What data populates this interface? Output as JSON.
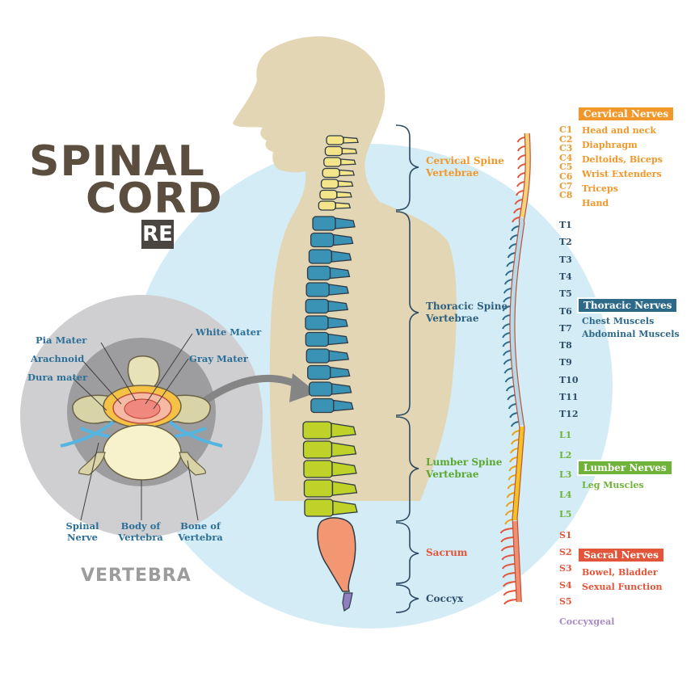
{
  "title": {
    "line1": "SPINAL",
    "line2": "CORD",
    "logo": "RE"
  },
  "colors": {
    "cervical": "#f0982b",
    "thoracic": "#2d6a8a",
    "lumbar": "#6fb33a",
    "sacral": "#e2553a",
    "coccyx": "#a98ac8",
    "bg_circle": "#d4ecf6",
    "silhouette": "#e3d6b5"
  },
  "regions": [
    {
      "label1": "Cervical Spine",
      "label2": "Vertebrae",
      "color": "#f0982b"
    },
    {
      "label1": "Thoracic Spine",
      "label2": "Vertebrae",
      "color": "#2d5f7f"
    },
    {
      "label1": "Lumber Spine",
      "label2": "Vertebrae",
      "color": "#5aa830"
    },
    {
      "label1": "Sacrum",
      "label2": "",
      "color": "#e2553a"
    },
    {
      "label1": "Coccyx",
      "label2": "",
      "color": "#2d4f6a"
    }
  ],
  "nerve_labels": {
    "cervical": [
      "C1",
      "C2",
      "C3",
      "C4",
      "C5",
      "C6",
      "C7",
      "C8"
    ],
    "thoracic": [
      "T1",
      "T2",
      "T3",
      "T4",
      "T5",
      "T6",
      "T7",
      "T8",
      "T9",
      "T10",
      "T11",
      "T12"
    ],
    "lumbar": [
      "L1",
      "L2",
      "L3",
      "L4",
      "L5"
    ],
    "sacral": [
      "S1",
      "S2",
      "S3",
      "S4",
      "S5"
    ],
    "coccyx": "Coccyxgeal"
  },
  "nerve_groups": {
    "cervical": {
      "tag": "Cervical Nerves",
      "items": [
        "Head and neck",
        "Diaphragm",
        "Deltoids, Biceps",
        "Wrist Extenders",
        "Triceps",
        "Hand"
      ]
    },
    "thoracic": {
      "tag": "Thoracic Nerves",
      "items": [
        "Chest Muscels",
        "Abdominal Muscels"
      ]
    },
    "lumbar": {
      "tag": "Lumber Nerves",
      "items": [
        "Leg Muscles"
      ]
    },
    "sacral": {
      "tag": "Sacral Nerves",
      "items": [
        "Bowel, Bladder",
        "Sexual Function"
      ]
    }
  },
  "vertebra": {
    "title": "VERTEBRA",
    "labels": {
      "pia_mater": "Pia Mater",
      "arachnoid": "Arachnoid",
      "dura_mater": "Dura mater",
      "white_mater": "White Mater",
      "gray_mater": "Gray Mater",
      "spinal_nerve_1": "Spinal",
      "spinal_nerve_2": "Nerve",
      "body_1": "Body of",
      "body_2": "Vertebra",
      "bone_1": "Bone of",
      "bone_2": "Vertebra"
    }
  }
}
